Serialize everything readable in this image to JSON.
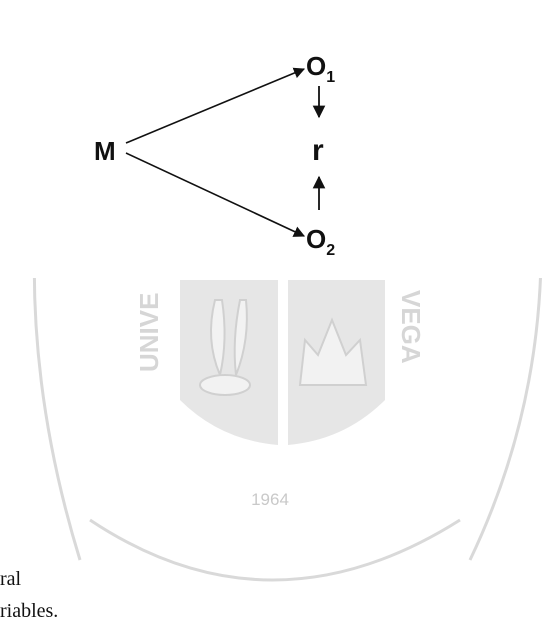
{
  "watermark": {
    "year": "1964",
    "left_text": "UNIVE",
    "right_text": "VEGA",
    "color": "#c8c8c8"
  },
  "diagram": {
    "sample_label": "M",
    "observation_1": {
      "letter": "O",
      "subscript": "1"
    },
    "observation_2": {
      "letter": "O",
      "subscript": "2"
    },
    "relation_label": "r"
  },
  "body_text": {
    "line1": "ral",
    "line2": "riables."
  }
}
